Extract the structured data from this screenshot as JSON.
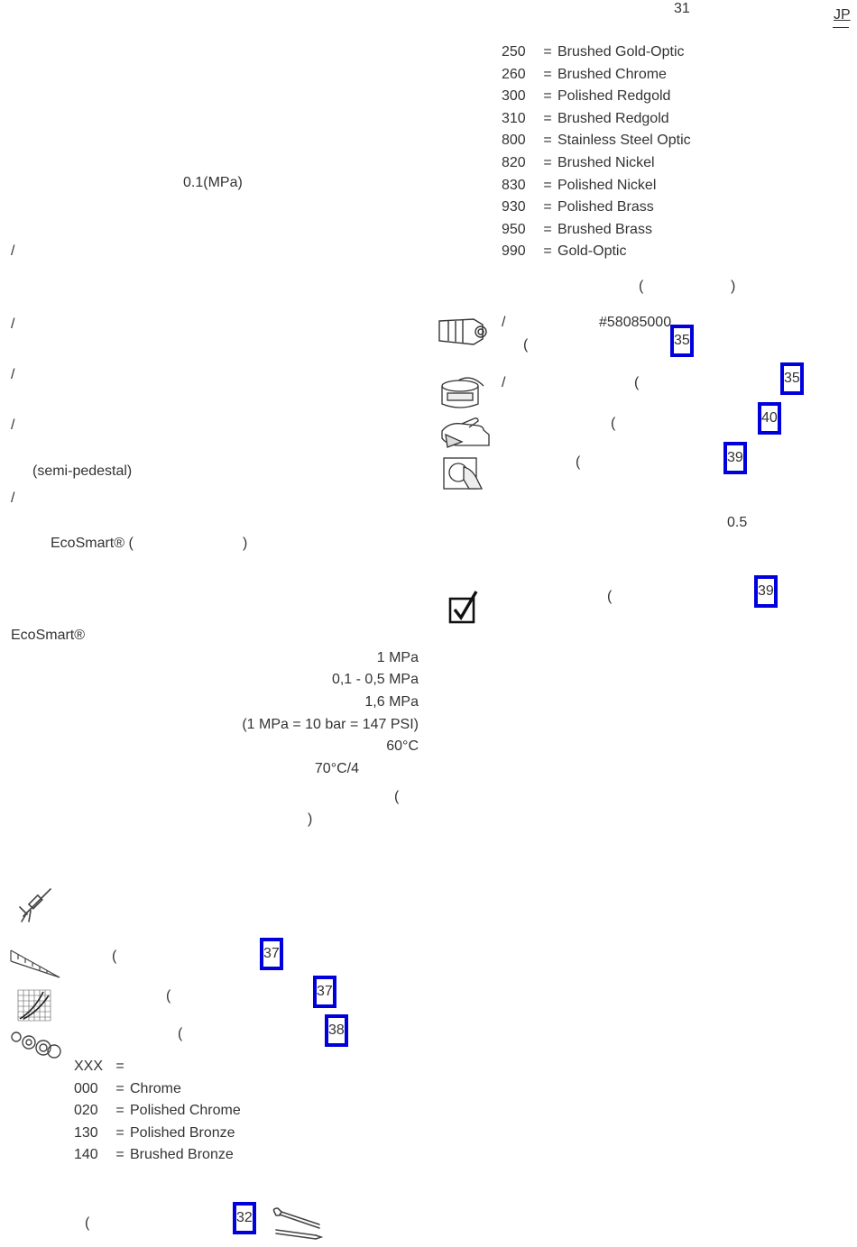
{
  "header": {
    "page_number": "31",
    "language": "JP"
  },
  "left": {
    "pressure_note": "0.1(MPa)",
    "slash_1": "/",
    "slash_2": "/",
    "slash_3": "/",
    "slash_4": "/",
    "semi_pedestal": "(semi-pedestal)",
    "slash_5": "/",
    "ecosmart_open": "EcoSmart® (",
    "ecosmart_close": ")",
    "ecosmart_label": "EcoSmart®",
    "specs": [
      "1 MPa",
      "0,1 - 0,5 MPa",
      "1,6 MPa",
      "(1 MPa = 10 bar = 147 PSI)",
      "60°C",
      "70°C/4"
    ],
    "paren_open": "(",
    "paren_close": ")",
    "ref_dimensions": {
      "paren": "(",
      "page": "37"
    },
    "ref_flow": {
      "paren": "(",
      "page": "37"
    },
    "ref_spare_parts": {
      "paren": "(",
      "page": "38"
    },
    "finishes": [
      {
        "code": "XXX",
        "eq": "=",
        "name": ""
      },
      {
        "code": "000",
        "eq": "=",
        "name": "Chrome"
      },
      {
        "code": "020",
        "eq": "=",
        "name": "Polished Chrome"
      },
      {
        "code": "130",
        "eq": "=",
        "name": "Polished Bronze"
      },
      {
        "code": "140",
        "eq": "=",
        "name": "Brushed Bronze"
      }
    ],
    "ref_assembly": {
      "paren": "(",
      "page": "32"
    }
  },
  "right": {
    "finishes": [
      {
        "code": "250",
        "eq": "=",
        "name": "Brushed Gold-Optic"
      },
      {
        "code": "260",
        "eq": "=",
        "name": "Brushed Chrome"
      },
      {
        "code": "300",
        "eq": "=",
        "name": "Polished Redgold"
      },
      {
        "code": "310",
        "eq": "=",
        "name": "Brushed Redgold"
      },
      {
        "code": "800",
        "eq": "=",
        "name": "Stainless Steel Optic"
      },
      {
        "code": "820",
        "eq": "=",
        "name": "Brushed Nickel"
      },
      {
        "code": "830",
        "eq": "=",
        "name": "Polished Nickel"
      },
      {
        "code": "930",
        "eq": "=",
        "name": "Polished Brass"
      },
      {
        "code": "950",
        "eq": "=",
        "name": "Brushed Brass"
      },
      {
        "code": "990",
        "eq": "=",
        "name": "Gold-Optic"
      }
    ],
    "paren_open": "(",
    "paren_close": ")",
    "filter": {
      "slash": "/",
      "part_number": "#58085000",
      "paren": "(",
      "page": "35"
    },
    "grease": {
      "slash": "/",
      "paren": "(",
      "page": "35"
    },
    "cleaning": {
      "paren": "(",
      "page": "40"
    },
    "test_certificate": {
      "paren": "(",
      "page": "39"
    },
    "value_half": "0.5",
    "checklist": {
      "paren": "(",
      "page": "39"
    }
  },
  "colors": {
    "link_box": "#0000dd",
    "text": "#333333"
  }
}
